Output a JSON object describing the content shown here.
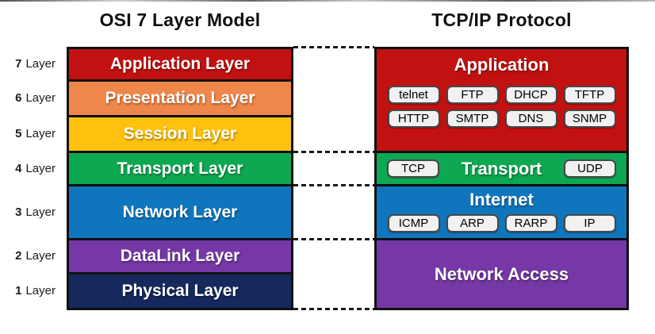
{
  "titles": {
    "osi": "OSI 7 Layer Model",
    "tcpip": "TCP/IP Protocol"
  },
  "palette": {
    "outline": "#101010",
    "badge_bg": "#f1f1f1",
    "badge_border": "#474747",
    "dash": "#1b1b1b",
    "title_color": "#111111"
  },
  "osi": {
    "layers": [
      {
        "num": "7",
        "num_suffix": "Layer",
        "label": "Application Layer",
        "color": "#c21111",
        "height": 38
      },
      {
        "num": "6",
        "num_suffix": "Layer",
        "label": "Presentation Layer",
        "color": "#f0874a",
        "height": 42
      },
      {
        "num": "5",
        "num_suffix": "Layer",
        "label": "Session Layer",
        "color": "#fec20e",
        "height": 42
      },
      {
        "num": "4",
        "num_suffix": "Layer",
        "label": "Transport Layer",
        "color": "#0fa852",
        "height": 39
      },
      {
        "num": "3",
        "num_suffix": "Layer",
        "label": "Network Layer",
        "color": "#0f76be",
        "height": 65
      },
      {
        "num": "2",
        "num_suffix": "Layer",
        "label": "DataLink Layer",
        "color": "#7638a6",
        "height": 40
      },
      {
        "num": "1",
        "num_suffix": "Layer",
        "label": "Physical Layer",
        "color": "#16295e",
        "height": 42
      }
    ]
  },
  "tcpip": {
    "layers": [
      {
        "label": "Application",
        "color": "#c21111",
        "height": 128,
        "badge_rows": [
          [
            "telnet",
            "FTP",
            "DHCP",
            "TFTP"
          ],
          [
            "HTTP",
            "SMTP",
            "DNS",
            "SNMP"
          ]
        ]
      },
      {
        "label": "Transport",
        "color": "#0fa852",
        "height": 39,
        "left_badge": "TCP",
        "right_badge": "UDP"
      },
      {
        "label": "Internet",
        "color": "#0f76be",
        "height": 65,
        "badge_rows": [
          [
            "ICMP",
            "ARP",
            "RARP",
            "IP"
          ]
        ]
      },
      {
        "label": "Network Access",
        "color": "#7638a6",
        "height": 85
      }
    ]
  }
}
